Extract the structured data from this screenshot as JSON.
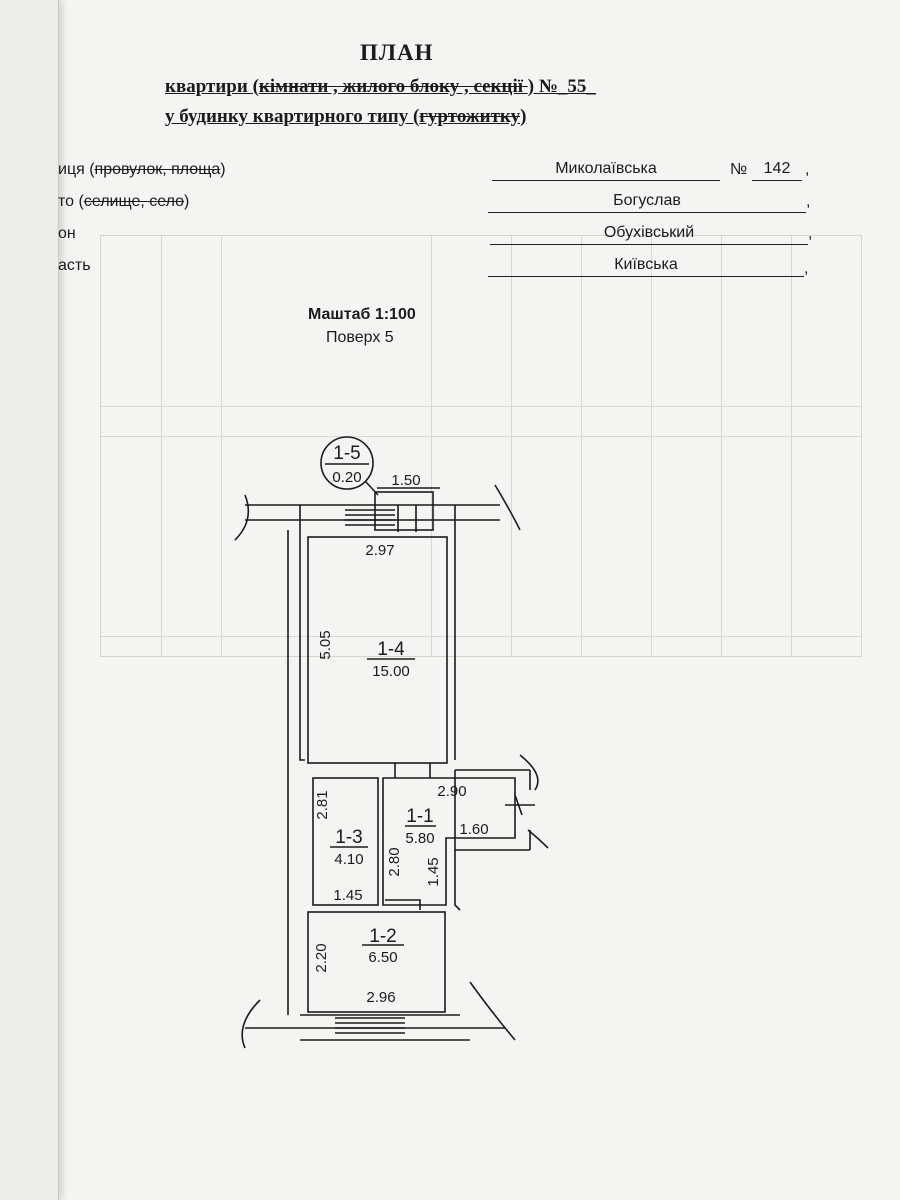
{
  "header": {
    "title": "ПЛАН",
    "line1_a": "квартири (",
    "line1_struck": "кімнати , жилого блоку , секції ",
    "line1_b": ") №_55_",
    "line2_a": "у будинку квартирного типу (",
    "line2_struck": "гуртожитку",
    "line2_b": ")"
  },
  "address": {
    "street_label": "иця (",
    "street_struck": "провулок, площа",
    "street_end": ")",
    "street_value": "Миколаївська",
    "number_label": "№",
    "number_value": "142",
    "city_label": "то (",
    "city_struck": "селище, село",
    "city_end": ")",
    "city_value": "Богуслав",
    "district_label": "он",
    "district_value": "Обухівський",
    "region_label": "асть",
    "region_value": "Київська",
    "comma": ","
  },
  "plan": {
    "scale": "Маштаб 1:100",
    "floor": "Поверх 5",
    "rooms": [
      {
        "id": "1-5",
        "area": "0.20"
      },
      {
        "id": "1-4",
        "area": "15.00"
      },
      {
        "id": "1-1",
        "area": "5.80"
      },
      {
        "id": "1-3",
        "area": "4.10"
      },
      {
        "id": "1-2",
        "area": "6.50"
      }
    ],
    "dims": {
      "balcony_w": "1.50",
      "r14_w": "2.97",
      "r14_h": "5.05",
      "r11_w": "2.90",
      "r11_notch": "1.60",
      "r11_h": "1.45",
      "r13_h": "2.81",
      "r13_in": "2.80",
      "r13_w": "1.45",
      "r12_h": "2.20",
      "r12_w": "2.96"
    }
  }
}
